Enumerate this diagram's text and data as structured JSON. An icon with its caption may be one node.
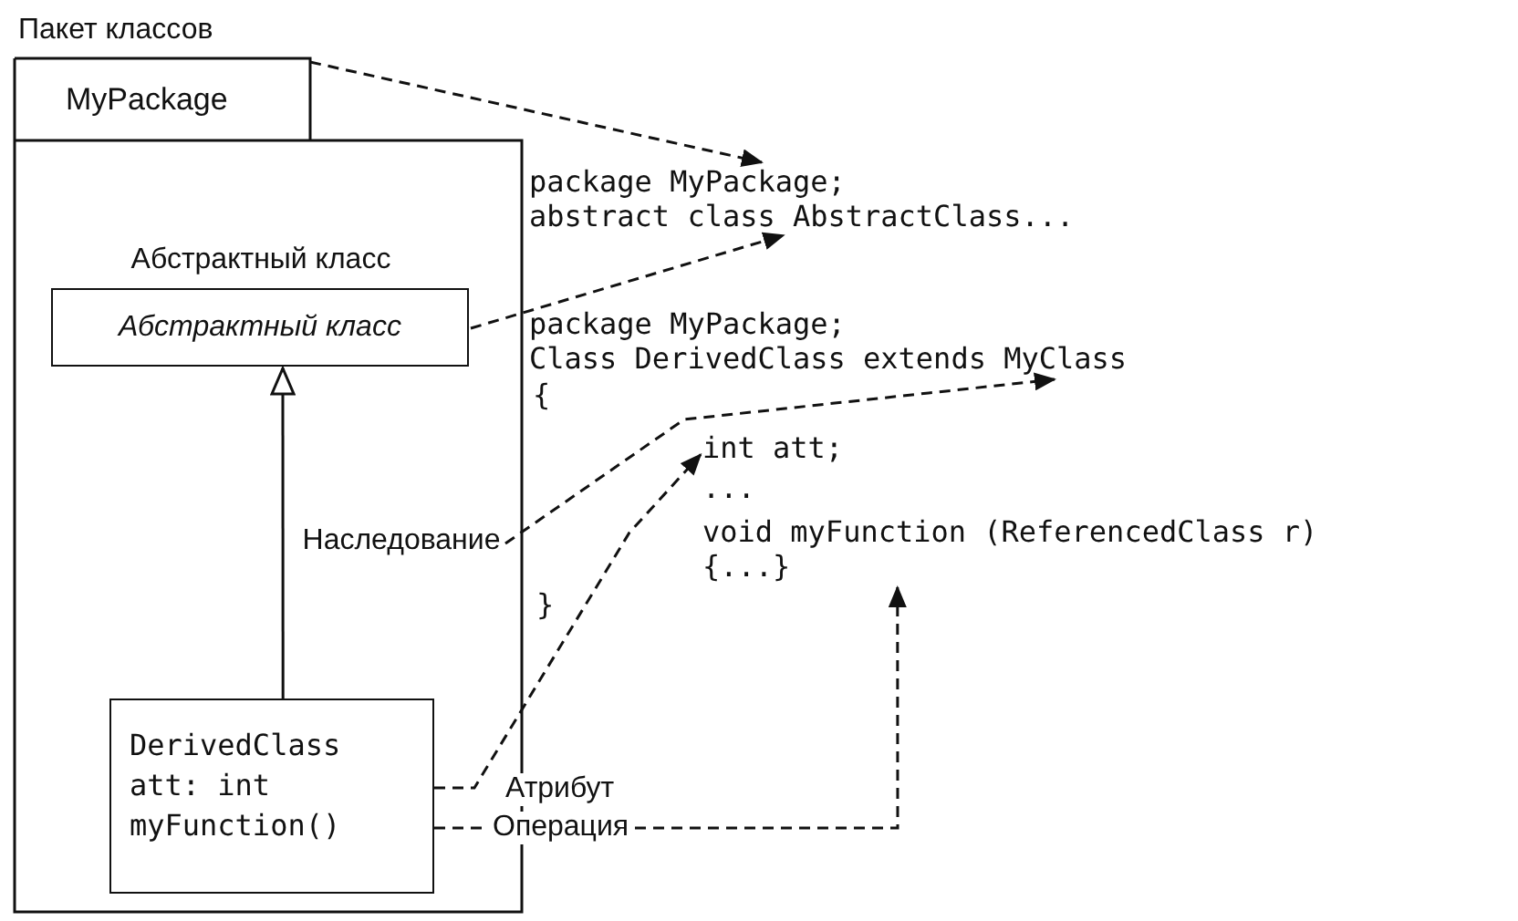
{
  "diagram": {
    "nodes": [
      {
        "text": [
          "Пакет классов",
          "MyPackage"
        ]
      },
      {
        "text": [
          "Абстрактный класс",
          "Абстрактный класс"
        ],
        "in": 0
      },
      {
        "text": [
          "Наследование"
        ],
        "in": 0
      },
      {
        "text": [
          "DerivedClass",
          "att: int",
          "myFunction()"
        ],
        "in": 0
      },
      {
        "text": [
          "package MyPackage;",
          "abstract class AbstractClass..."
        ]
      },
      {
        "text": [
          "package MyPackage;",
          "Class DerivedClass extends MyClass"
        ]
      },
      {
        "text": [
          "int att;"
        ]
      },
      {
        "text": [
          "void myFunction (ReferencedClass r)",
          "{...}"
        ]
      }
    ],
    "edges": [
      {
        "from": 0,
        "to": 4,
        "arrow": "to",
        "style": "dashed"
      },
      {
        "from": 1,
        "to": 4,
        "arrow": "to",
        "style": "dashed"
      },
      {
        "from": 3,
        "to": 1,
        "arrow": "to"
      },
      {
        "from": 2,
        "to": 5,
        "arrow": "to",
        "style": "dashed"
      },
      {
        "from": 3,
        "to": 6,
        "arrow": "to",
        "style": "dashed",
        "label": "Атрибут"
      },
      {
        "from": 3,
        "to": 7,
        "arrow": "to",
        "style": "dashed",
        "label": "Операция"
      }
    ],
    "labels": [
      "{",
      "...",
      "}"
    ]
  }
}
